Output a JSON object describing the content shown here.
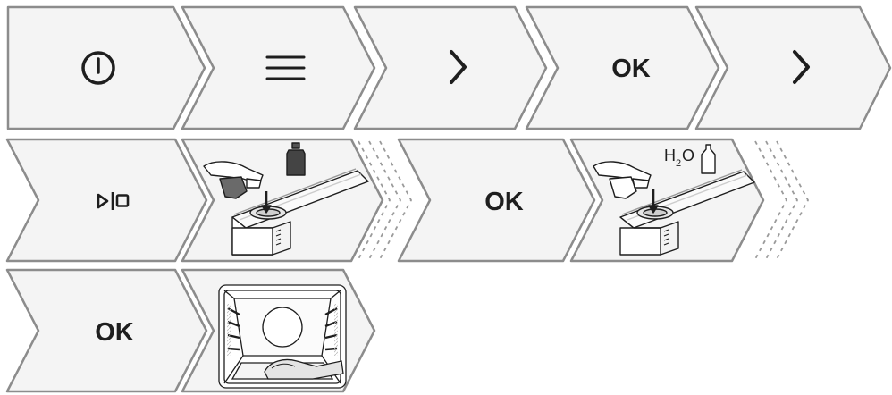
{
  "steps": [
    {
      "id": "s1",
      "kind": "icon",
      "icon": "power-icon",
      "interactive": true
    },
    {
      "id": "s2",
      "kind": "icon",
      "icon": "menu-icon",
      "interactive": true
    },
    {
      "id": "s3",
      "kind": "icon",
      "icon": "chevron-right-icon",
      "interactive": true
    },
    {
      "id": "s4",
      "kind": "text",
      "label": "OK",
      "interactive": true
    },
    {
      "id": "s5",
      "kind": "icon",
      "icon": "chevron-right-icon",
      "interactive": true
    },
    {
      "id": "s6",
      "kind": "icon",
      "icon": "start-stop-icon",
      "interactive": true
    },
    {
      "id": "s7",
      "kind": "image",
      "icon": "pour-descaler-illustration"
    },
    {
      "id": "s8",
      "kind": "wait",
      "icon": "wait-dashed-chevrons"
    },
    {
      "id": "s9",
      "kind": "text",
      "label": "OK",
      "interactive": true
    },
    {
      "id": "s10",
      "kind": "image",
      "icon": "pour-water-illustration",
      "caption_main": "H",
      "caption_sub": "2",
      "caption_tail": "O"
    },
    {
      "id": "s11",
      "kind": "wait",
      "icon": "wait-dashed-chevrons"
    },
    {
      "id": "s12",
      "kind": "text",
      "label": "OK",
      "interactive": true
    },
    {
      "id": "s13",
      "kind": "image",
      "icon": "wipe-oven-illustration"
    }
  ],
  "colors": {
    "stroke": "#8c8c8c",
    "fill": "#f4f4f4",
    "ink": "#1e1e1e",
    "dash": "#9a9a9a"
  }
}
